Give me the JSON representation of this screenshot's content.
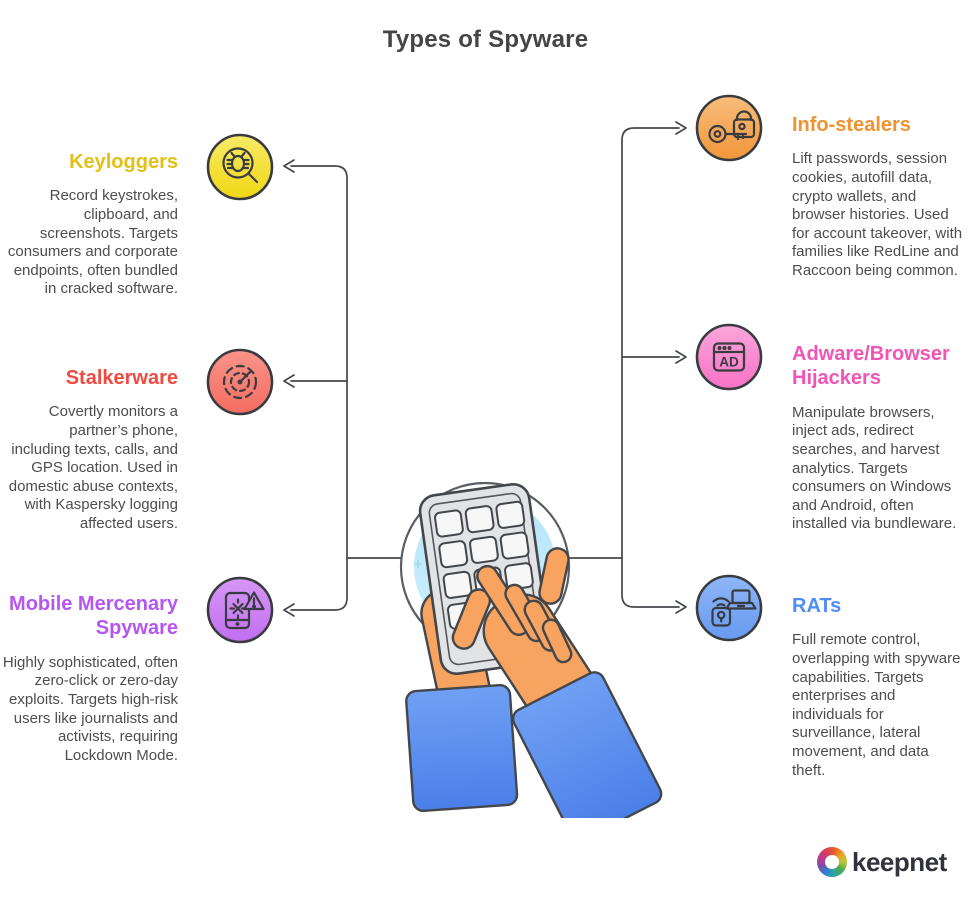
{
  "title": "Types of Spyware",
  "colors": {
    "title_text": "#454545",
    "body_text": "#4d4d4d",
    "connector": "#45484c",
    "keyloggers_accent": "#e2c016",
    "stalkerware_accent": "#f04a41",
    "mobile_mercenary_accent": "#b656f2",
    "info_stealers_accent": "#ef922f",
    "adware_accent": "#f055b6",
    "rats_accent": "#4d8df5"
  },
  "nodes": {
    "left": [
      {
        "title": "Keyloggers",
        "icon": "bug-magnifier-icon",
        "circle_color": "#f2dc1f",
        "description": "Record keystrokes, clipboard, and screenshots. Targets consumers and corporate endpoints, often bundled in cracked software."
      },
      {
        "title": "Stalkerware",
        "icon": "radar-icon",
        "circle_color": "#f7796d",
        "description": "Covertly monitors a partner’s phone, including texts, calls, and GPS location. Used in domestic abuse contexts, with Kaspersky logging affected users."
      },
      {
        "title": "Mobile Mercenary Spyware",
        "icon": "phone-bug-warning-icon",
        "circle_color": "#c877f1",
        "description": "Highly sophisticated, often zero-click or zero-day exploits. Targets high-risk users like journalists and activists, requiring Lockdown Mode."
      }
    ],
    "right": [
      {
        "title": "Info-stealers",
        "icon": "key-padlock-icon",
        "circle_color": "#f49d42",
        "description": "Lift passwords, session cookies, autofill data, crypto wallets, and browser histories. Used for account takeover, with families like RedLine and Raccoon being common."
      },
      {
        "title": "Adware/Browser Hijackers",
        "icon": "browser-ad-icon",
        "circle_color": "#f87cc8",
        "description": "Manipulate browsers, inject ads, redirect searches, and harvest analytics. Targets consumers on Windows and Android, often installed via bundleware."
      },
      {
        "title": "RATs",
        "icon": "laptop-remote-access-icon",
        "circle_color": "#75a3f2",
        "description": "Full remote control, overlapping with spyware capabilities. Targets enterprises and individuals for surveillance, lateral movement, and data theft."
      }
    ]
  },
  "footer": {
    "brand": "keepnet"
  }
}
